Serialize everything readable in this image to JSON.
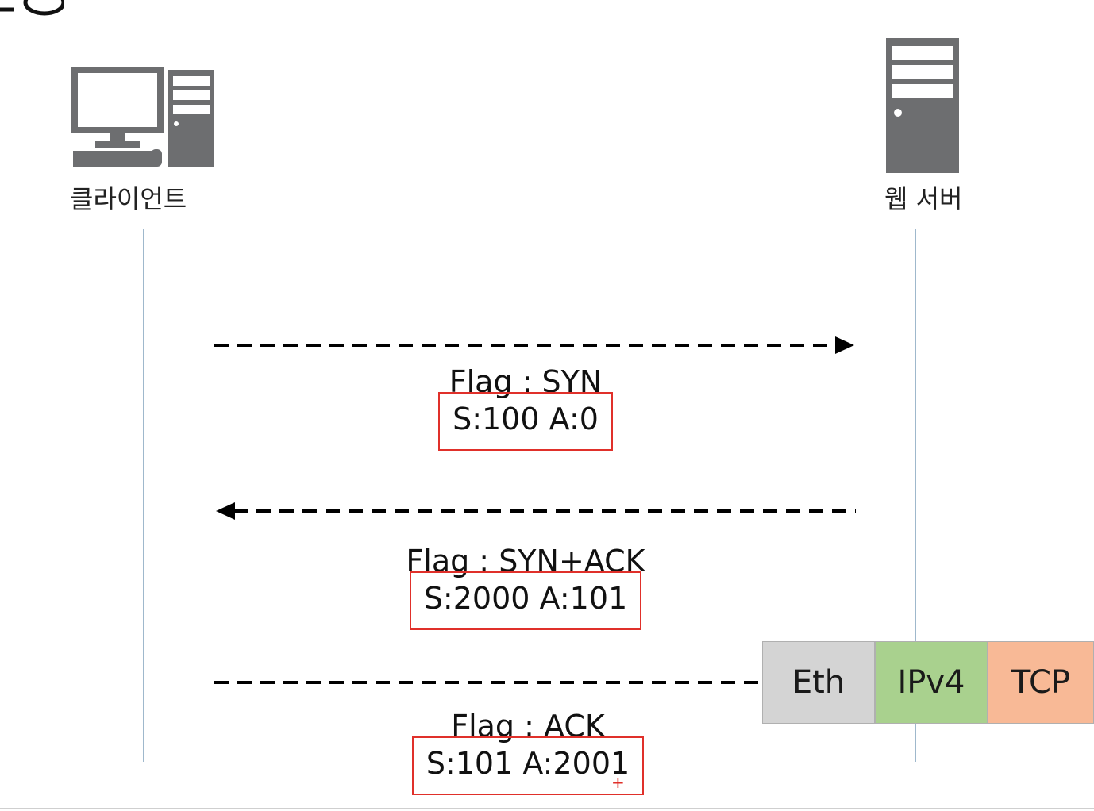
{
  "nodes": {
    "client_label": "클라이언트",
    "server_label": "웹 서버"
  },
  "messages": [
    {
      "direction": "client-to-server",
      "flag": "Flag : SYN",
      "seq": "S:100 A:0"
    },
    {
      "direction": "server-to-client",
      "flag": "Flag : SYN+ACK",
      "seq": "S:2000 A:101"
    },
    {
      "direction": "client-to-server",
      "flag": "Flag : ACK",
      "seq": "S:101 A:2001"
    }
  ],
  "packet": {
    "segments": [
      {
        "label": "Eth",
        "color": "#d4d4d4"
      },
      {
        "label": "IPv4",
        "color": "#a9d18e"
      },
      {
        "label": "TCP",
        "color": "#f8b996"
      }
    ]
  },
  "colors": {
    "icon_gray": "#6d6e70",
    "highlight_border": "#e0302a",
    "lifeline": "#9fb8cc"
  },
  "icons": {
    "client": "desktop-computer-icon",
    "server": "server-tower-icon"
  }
}
